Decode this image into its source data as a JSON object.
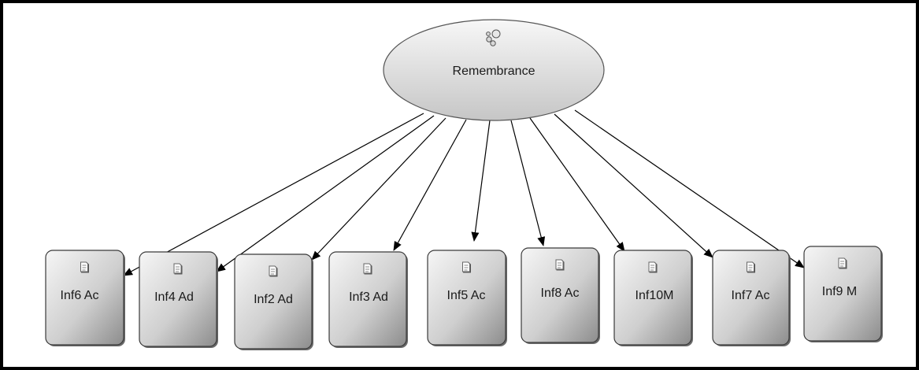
{
  "diagram": {
    "latent": {
      "label": "Remembrance",
      "icon": "latent-variable-icon"
    },
    "indicators": [
      {
        "label": "Inf6 Ac",
        "icon": "document-icon"
      },
      {
        "label": "Inf4 Ad",
        "icon": "document-icon"
      },
      {
        "label": "Inf2 Ad",
        "icon": "document-icon"
      },
      {
        "label": "Inf3 Ad",
        "icon": "document-icon"
      },
      {
        "label": "Inf5 Ac",
        "icon": "document-icon"
      },
      {
        "label": "Inf8 Ac",
        "icon": "document-icon"
      },
      {
        "label": "Inf10M",
        "icon": "document-icon"
      },
      {
        "label": "Inf7 Ac",
        "icon": "document-icon"
      },
      {
        "label": "Inf9 M",
        "icon": "document-icon"
      }
    ],
    "colors": {
      "border": "#000000",
      "node_light": "#f4f4f4",
      "node_dark": "#8e8e8e",
      "ellipse_light": "#f2f2f2",
      "ellipse_dark": "#c4c4c4",
      "line": "#000000"
    }
  }
}
